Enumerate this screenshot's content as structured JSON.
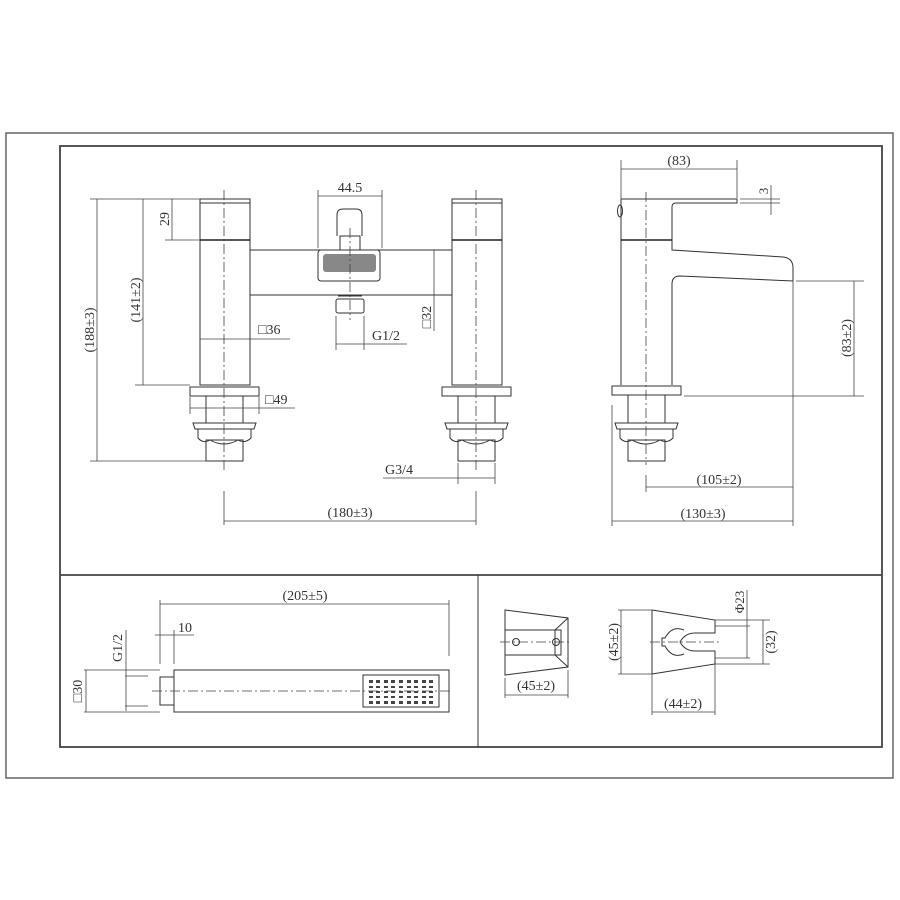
{
  "drawing": {
    "title": "Bath shower mixer technical drawing",
    "colors": {
      "line": "#333333",
      "frame": "#666666",
      "background": "#ffffff"
    },
    "front_view": {
      "labels": {
        "overall_height": "(188±3)",
        "body_height": "(141±2)",
        "handle_height": "29",
        "body_square": "□36",
        "base_square": "□49",
        "diverter_width": "44.5",
        "bridge_square": "□32",
        "outlet_thread": "G1/2",
        "inlet_thread": "G3/4",
        "centers": "(180±3)"
      }
    },
    "side_view": {
      "labels": {
        "handle_length": "(83)",
        "handle_thickness": "3",
        "spout_height": "(83±2)",
        "spout_reach": "(105±2)",
        "overall_depth": "(130±3)"
      }
    },
    "hand_shower": {
      "labels": {
        "length": "(205±5)",
        "connector_length": "10",
        "thread": "G1/2",
        "square": "□30"
      }
    },
    "holder": {
      "labels": {
        "front_width": "(45±2)",
        "side_height": "(45±2)",
        "side_depth": "(44±2)",
        "ring_diameter": "Φ23",
        "opening": "(32)"
      }
    }
  }
}
